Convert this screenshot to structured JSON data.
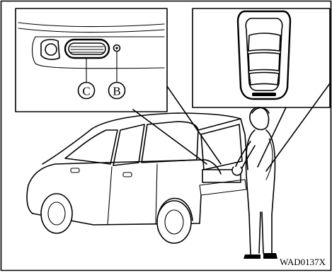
{
  "callouts": {
    "c": "C",
    "b": "B"
  },
  "figure_code": "WAD0137X"
}
